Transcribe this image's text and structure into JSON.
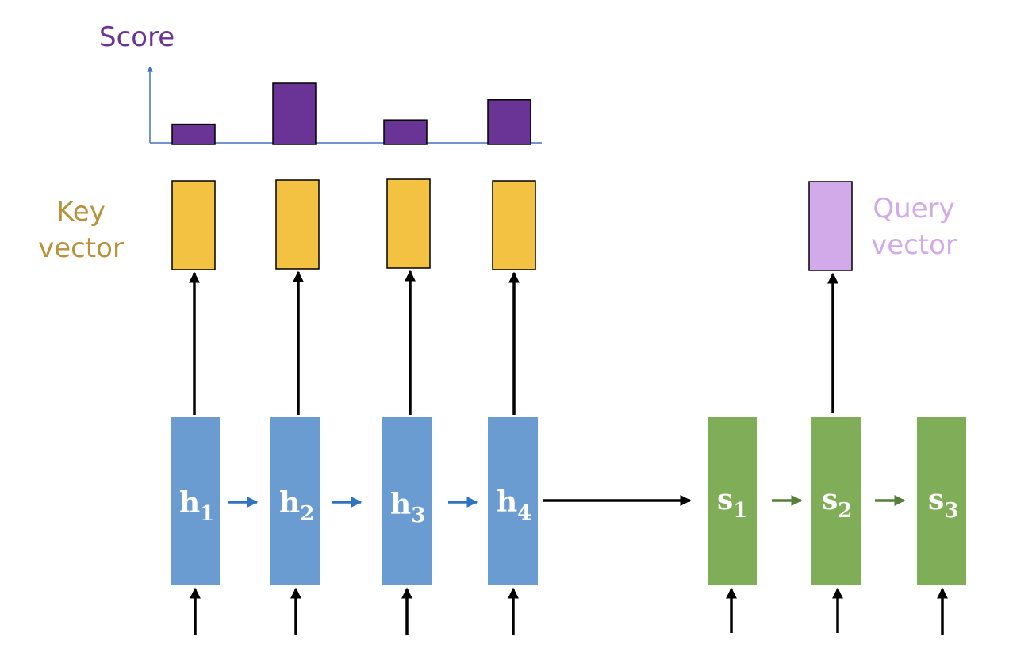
{
  "colors": {
    "score": "#6a3497",
    "key": "#f4c242",
    "key_label": "#b8923a",
    "query": "#d2aaea",
    "query_label": "#d2aaea",
    "encoder": "#6a9bd1",
    "encoder_arrow": "#2f74c0",
    "decoder": "#7fad58",
    "decoder_arrow": "#56803a",
    "black": "#000000",
    "axis": "#4472c4"
  },
  "labels": {
    "score": "Score",
    "key_line1": "Key",
    "key_line2": "vector",
    "query_line1": "Query",
    "query_line2": "vector"
  },
  "encoder": [
    {
      "base": "h",
      "sub": "1"
    },
    {
      "base": "h",
      "sub": "2"
    },
    {
      "base": "h",
      "sub": "3"
    },
    {
      "base": "h",
      "sub": "4"
    }
  ],
  "decoder": [
    {
      "base": "s",
      "sub": "1"
    },
    {
      "base": "s",
      "sub": "2"
    },
    {
      "base": "s",
      "sub": "3"
    }
  ],
  "chart_data": {
    "type": "bar",
    "title": "Score",
    "values": [
      0.33,
      1.0,
      0.4,
      0.73
    ]
  }
}
